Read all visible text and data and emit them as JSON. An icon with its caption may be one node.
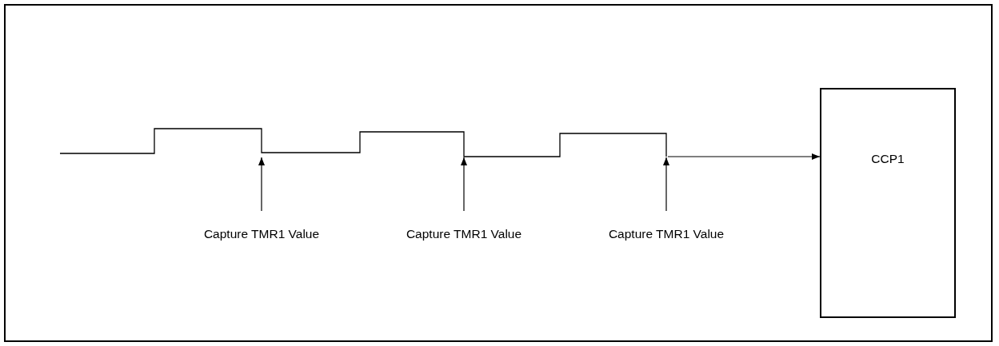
{
  "diagram": {
    "nodes": [
      {
        "text": [],
        "shape": "waveform"
      },
      {
        "text": [
          "Capture TMR1 Value"
        ]
      },
      {
        "text": [
          "Capture TMR1 Value"
        ]
      },
      {
        "text": [
          "Capture TMR1 Value"
        ]
      },
      {
        "text": [
          "CCP1"
        ]
      }
    ],
    "edges": [
      {
        "from": 1,
        "to": 0,
        "arrow": "to"
      },
      {
        "from": 2,
        "to": 0,
        "arrow": "to"
      },
      {
        "from": 3,
        "to": 0,
        "arrow": "to"
      },
      {
        "from": 0,
        "to": 4,
        "arrow": "to"
      }
    ]
  }
}
